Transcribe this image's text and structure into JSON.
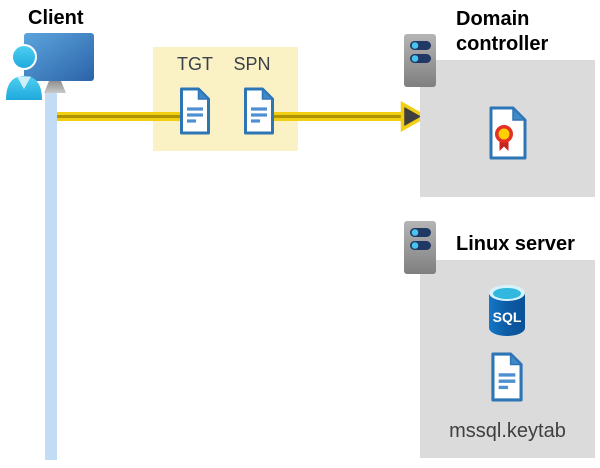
{
  "page": {
    "background": "#FFFFFF"
  },
  "client": {
    "label": "Client",
    "icon": "person-at-computer-icon",
    "timeline_color": "#C3DCF6"
  },
  "flow_arrow": {
    "line_color": "#F2CE11",
    "line_stripe_color": "#AE9300",
    "head_fill": "#3F3F3F",
    "head_border": "#F2CE11"
  },
  "ticket_panel": {
    "background": "#FAF1C5",
    "tickets": [
      {
        "label": "TGT",
        "icon": "document-icon"
      },
      {
        "label": "SPN",
        "icon": "document-icon"
      }
    ]
  },
  "domain_controller": {
    "title": "Domain controller",
    "panel_background": "#DBDBDB",
    "icons": [
      "server-icon",
      "certificate-icon"
    ]
  },
  "linux_server": {
    "title": "Linux server",
    "panel_background": "#DBDBDB",
    "icons": [
      "server-icon",
      "sql-database-icon",
      "document-icon"
    ],
    "database_label": "SQL",
    "keytab_label": "mssql.keytab"
  },
  "colors": {
    "icon_blue_border": "#2E75B6",
    "icon_blue_fold": "#3E8BC8",
    "doc_line_blue": "#4E8FD0",
    "person_cyan": "#35BEE8",
    "monitor_blue": "#3D7FC0",
    "server_slot_navy": "#1F3864",
    "server_led_cyan": "#49C3EE",
    "sql_body_blue": "#0C5BA4",
    "sql_top_cyan": "#31B8DF",
    "cert_seal_red": "#E33125",
    "cert_seal_yellow": "#FFD102"
  }
}
